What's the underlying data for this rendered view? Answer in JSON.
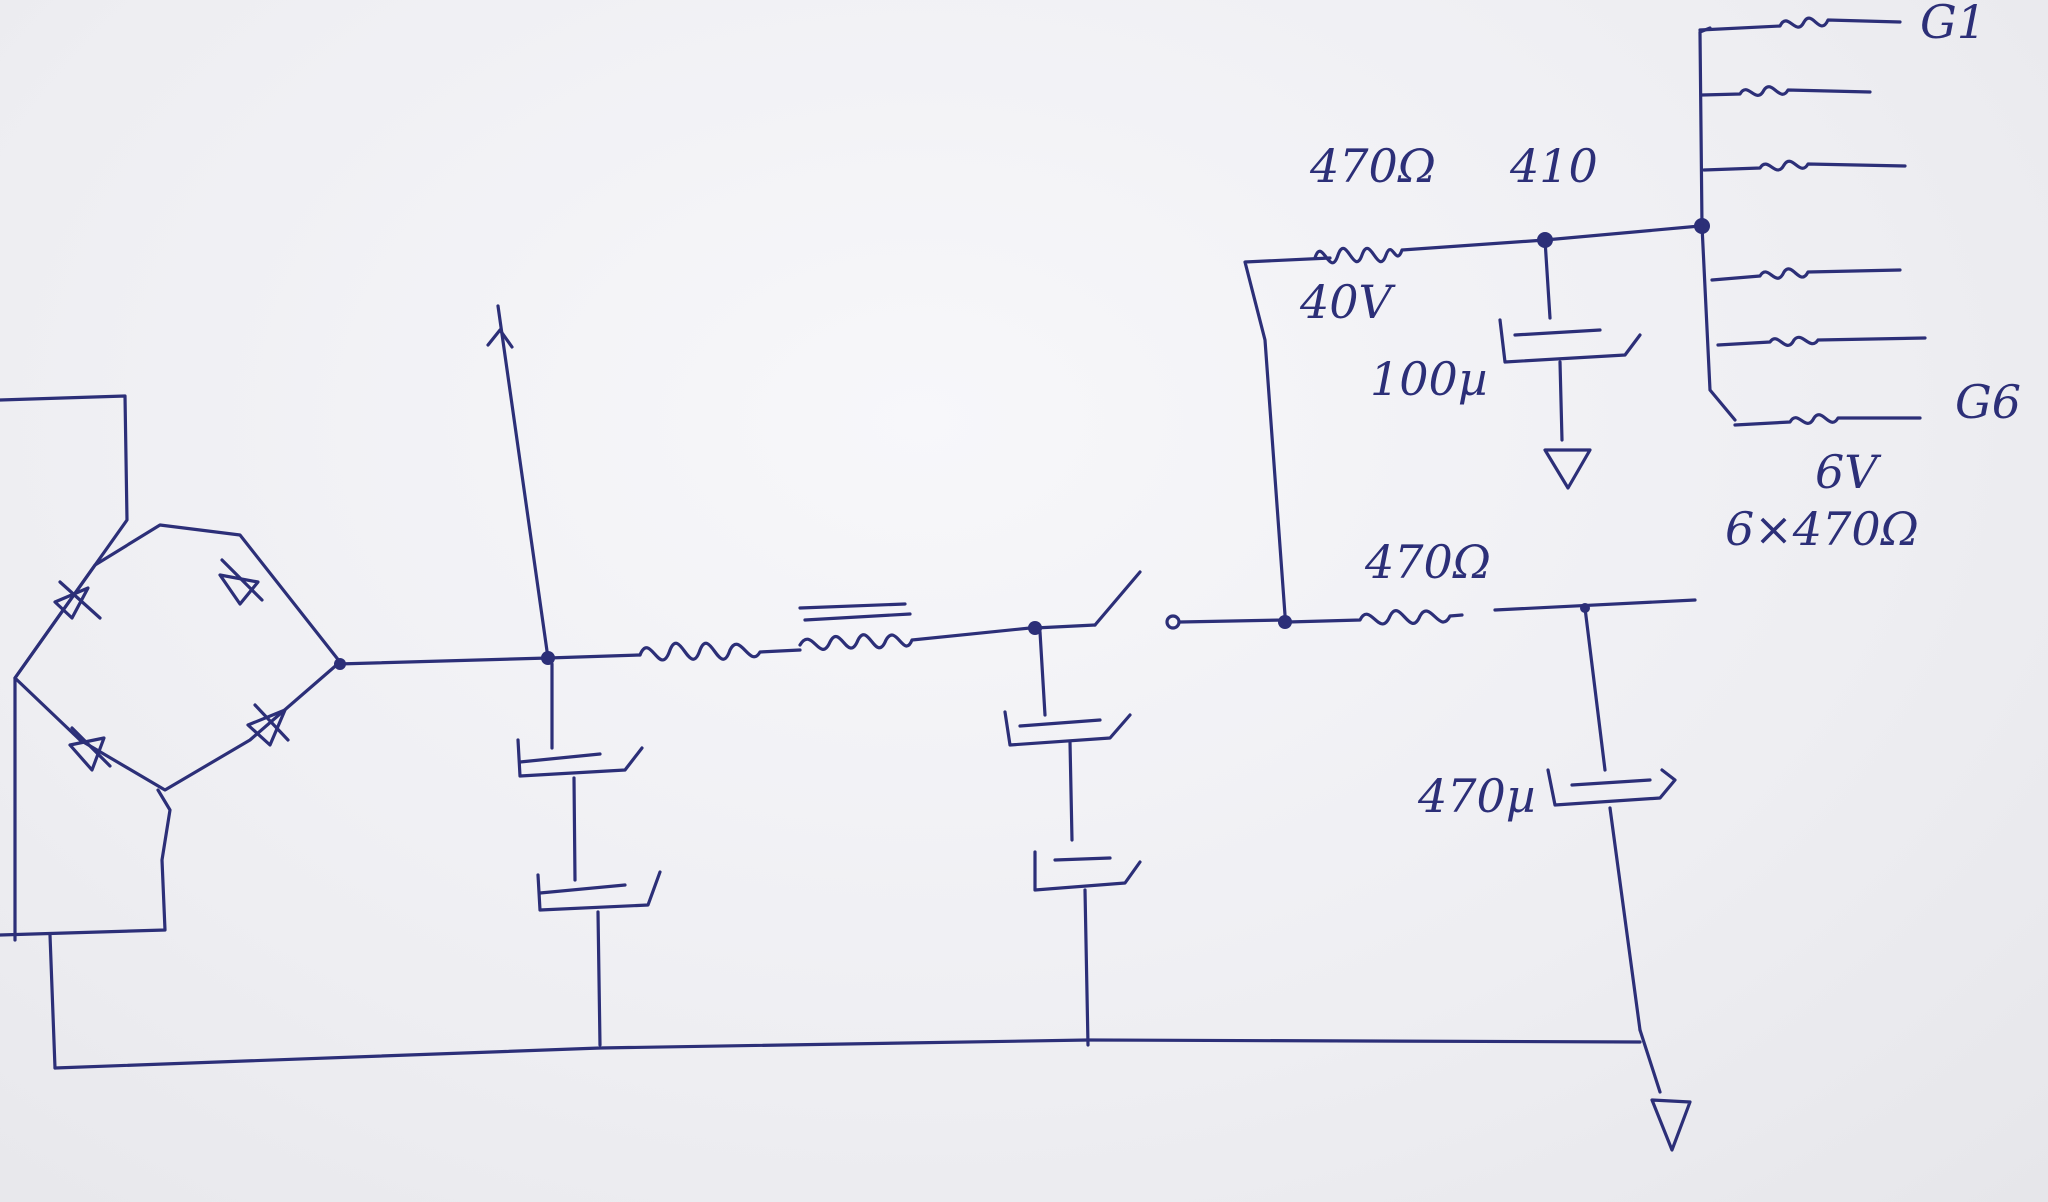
{
  "labels": {
    "r_top": "470Ω",
    "node_410": "410",
    "v_40": "40V",
    "c_100": "100µ",
    "g1": "G1",
    "g6": "G6",
    "v_6": "6V",
    "r_array": "6×470Ω",
    "r_mid": "470Ω",
    "c_470": "470µ"
  }
}
